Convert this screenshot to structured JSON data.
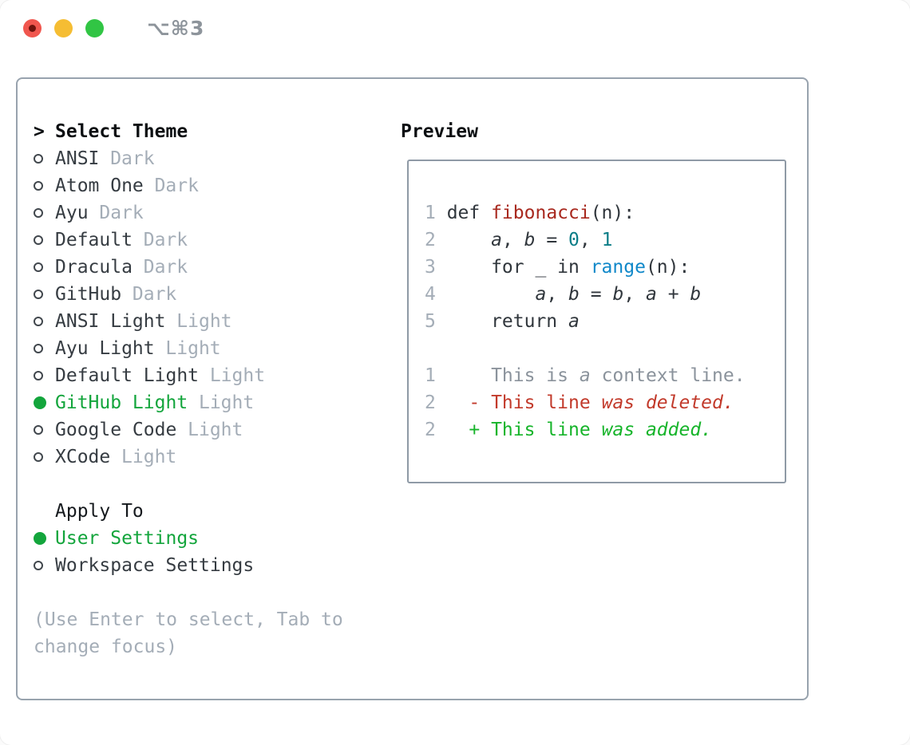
{
  "titlebar": {
    "shortcut": "⌥⌘3"
  },
  "theme_list": {
    "prompt": ">",
    "title": "Select Theme",
    "items": [
      {
        "name": "ANSI",
        "variant": "Dark",
        "selected": false
      },
      {
        "name": "Atom One",
        "variant": "Dark",
        "selected": false
      },
      {
        "name": "Ayu",
        "variant": "Dark",
        "selected": false
      },
      {
        "name": "Default",
        "variant": "Dark",
        "selected": false
      },
      {
        "name": "Dracula",
        "variant": "Dark",
        "selected": false
      },
      {
        "name": "GitHub",
        "variant": "Dark",
        "selected": false
      },
      {
        "name": "ANSI Light",
        "variant": "Light",
        "selected": false
      },
      {
        "name": "Ayu Light",
        "variant": "Light",
        "selected": false
      },
      {
        "name": "Default Light",
        "variant": "Light",
        "selected": false
      },
      {
        "name": "GitHub Light",
        "variant": "Light",
        "selected": true
      },
      {
        "name": "Google Code",
        "variant": "Light",
        "selected": false
      },
      {
        "name": "XCode",
        "variant": "Light",
        "selected": false
      }
    ]
  },
  "apply_to": {
    "title": "Apply To",
    "options": [
      {
        "label": "User Settings",
        "selected": true
      },
      {
        "label": "Workspace Settings",
        "selected": false
      }
    ]
  },
  "help_text": "(Use Enter to select, Tab to change focus)",
  "preview": {
    "title": "Preview",
    "code": [
      {
        "num": "1",
        "seg": [
          [
            "d",
            "def "
          ],
          [
            "f",
            "fibonacci"
          ],
          [
            "d",
            "(n):"
          ]
        ]
      },
      {
        "num": "2",
        "seg": [
          [
            "d",
            "    "
          ],
          [
            "v",
            "a"
          ],
          [
            "d",
            ", "
          ],
          [
            "v",
            "b"
          ],
          [
            "d",
            " = "
          ],
          [
            "n",
            "0"
          ],
          [
            "d",
            ", "
          ],
          [
            "n",
            "1"
          ]
        ]
      },
      {
        "num": "3",
        "seg": [
          [
            "d",
            "    for _ in "
          ],
          [
            "b",
            "range"
          ],
          [
            "d",
            "(n):"
          ]
        ]
      },
      {
        "num": "4",
        "seg": [
          [
            "d",
            "        "
          ],
          [
            "v",
            "a"
          ],
          [
            "d",
            ", "
          ],
          [
            "v",
            "b"
          ],
          [
            "d",
            " = "
          ],
          [
            "v",
            "b"
          ],
          [
            "d",
            ", "
          ],
          [
            "v",
            "a"
          ],
          [
            "d",
            " + "
          ],
          [
            "v",
            "b"
          ]
        ]
      },
      {
        "num": "5",
        "seg": [
          [
            "d",
            "    return "
          ],
          [
            "v",
            "a"
          ]
        ]
      }
    ],
    "diff": [
      {
        "num": "1",
        "seg": [
          [
            "c",
            "    This is "
          ],
          [
            "cv",
            "a"
          ],
          [
            "c",
            " context line."
          ]
        ]
      },
      {
        "num": "2",
        "seg": [
          [
            "x",
            "  - This line "
          ],
          [
            "xv",
            "was deleted."
          ]
        ]
      },
      {
        "num": "2",
        "seg": [
          [
            "y",
            "  + This line "
          ],
          [
            "yv",
            "was added."
          ]
        ]
      }
    ]
  },
  "colors": {
    "selected_green": "#13a53c",
    "added_green": "#16b42a",
    "deleted_red": "#c23a2b",
    "context_gray": "#8b939c",
    "function_red": "#a8291f",
    "number_teal": "#0c7d87",
    "builtin_blue": "#1088c9",
    "muted_gray": "#a4adb7",
    "code_default": "#30363c",
    "panel_border": "#98a3ae",
    "traffic_red": "#f0564e",
    "traffic_yellow": "#f5bd33",
    "traffic_green": "#31c544"
  }
}
